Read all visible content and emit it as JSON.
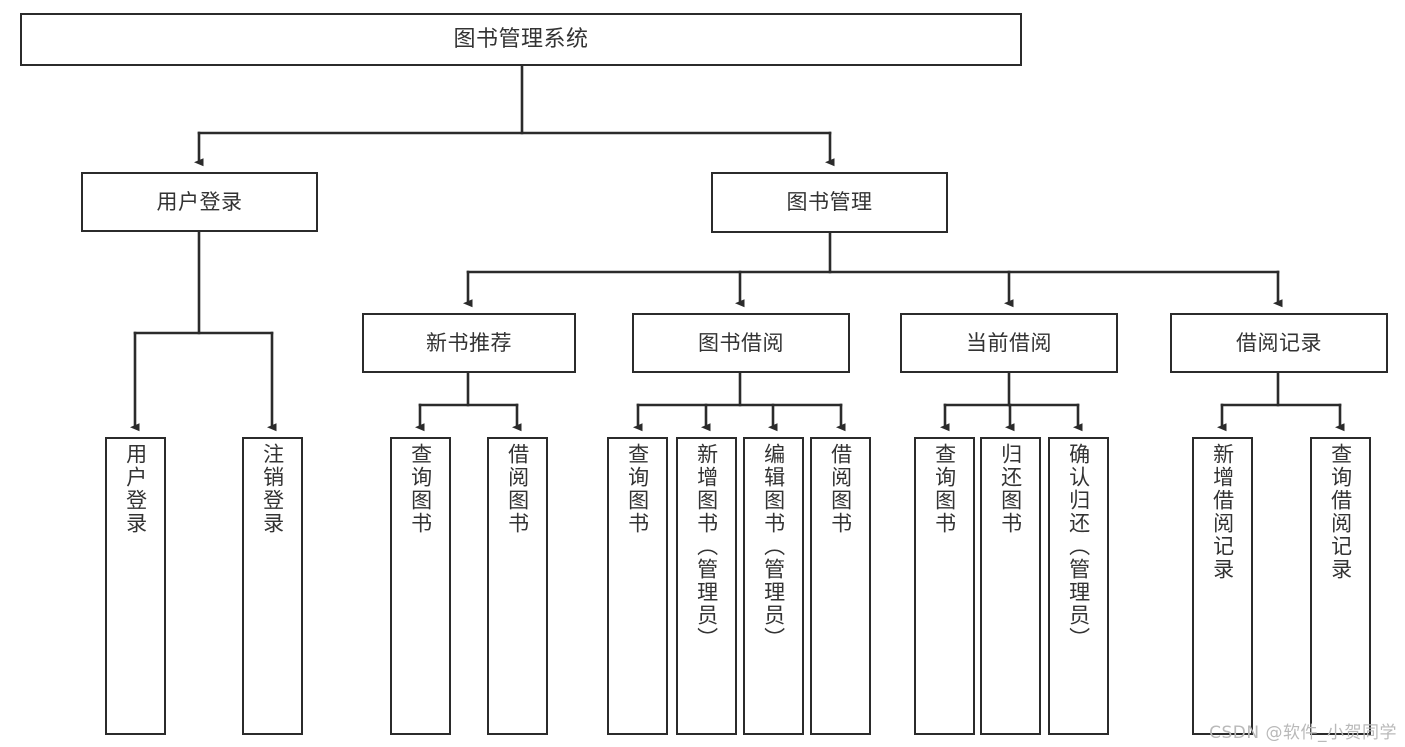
{
  "diagram": {
    "title": "图书管理系统",
    "type": "tree-hierarchy",
    "watermark": "CSDN @软件_小贺同学",
    "colors": {
      "node_border": "#2b2b2b",
      "node_fill": "#ffffff",
      "edge": "#2b2b2b",
      "text": "#333333",
      "watermark": "#b9b9b9",
      "background": "#ffffff"
    }
  },
  "nodes": {
    "root": {
      "label": "图书管理系统"
    },
    "level1": [
      {
        "label": "用户登录"
      },
      {
        "label": "图书管理"
      }
    ],
    "level2": [
      {
        "label": "新书推荐"
      },
      {
        "label": "图书借阅"
      },
      {
        "label": "当前借阅"
      },
      {
        "label": "借阅记录"
      }
    ],
    "leaves": {
      "user_login": [
        {
          "label": "用户登录"
        },
        {
          "label": "注销登录"
        }
      ],
      "new_book_recommend": [
        {
          "label": "查询图书"
        },
        {
          "label": "借阅图书"
        }
      ],
      "book_borrow": [
        {
          "label": "查询图书"
        },
        {
          "label": "新增图书（管理员）"
        },
        {
          "label": "编辑图书（管理员）"
        },
        {
          "label": "借阅图书"
        }
      ],
      "current_borrow": [
        {
          "label": "查询图书"
        },
        {
          "label": "归还图书"
        },
        {
          "label": "确认归还（管理员）"
        }
      ],
      "borrow_record": [
        {
          "label": "新增借阅记录"
        },
        {
          "label": "查询借阅记录"
        }
      ]
    }
  },
  "tree_structure": {
    "图书管理系统": {
      "用户登录": [
        "用户登录",
        "注销登录"
      ],
      "图书管理": {
        "新书推荐": [
          "查询图书",
          "借阅图书"
        ],
        "图书借阅": [
          "查询图书",
          "新增图书（管理员）",
          "编辑图书（管理员）",
          "借阅图书"
        ],
        "当前借阅": [
          "查询图书",
          "归还图书",
          "确认归还（管理员）"
        ],
        "借阅记录": [
          "新增借阅记录",
          "查询借阅记录"
        ]
      }
    }
  }
}
